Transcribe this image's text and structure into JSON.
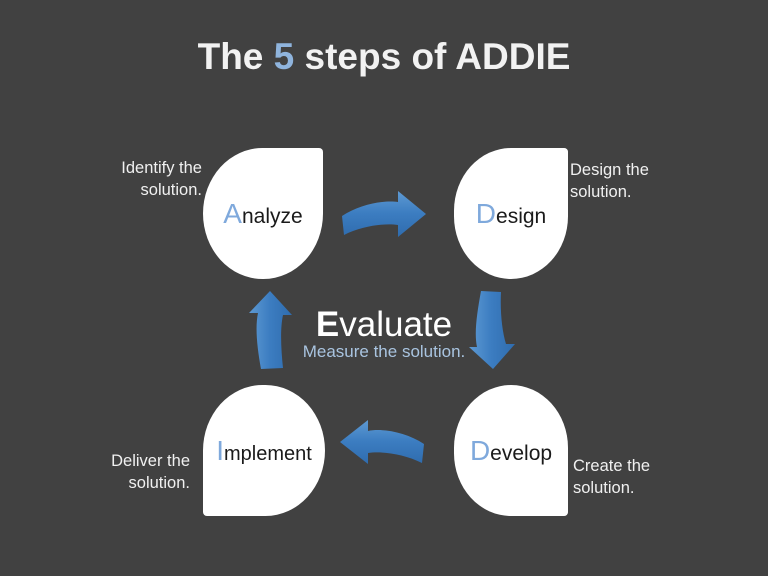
{
  "slide": {
    "background_color": "#414141",
    "accent_blue": "#7fa9dc",
    "arrow_blue": "#3b7cc0",
    "node_fill": "#ffffff"
  },
  "title": {
    "prefix": "The ",
    "number": "5",
    "suffix": " steps of ADDIE",
    "full": "The 5 steps of ADDIE"
  },
  "nodes": [
    {
      "id": "analyze",
      "cap": "A",
      "rest": "nalyze",
      "label": "Analyze",
      "caption": "Identify the\nsolution.",
      "corner": "top-right"
    },
    {
      "id": "design",
      "cap": "D",
      "rest": "esign",
      "label": "Design",
      "caption": "Design the\nsolution.",
      "corner": "top-right"
    },
    {
      "id": "develop",
      "cap": "D",
      "rest": "evelop",
      "label": "Develop",
      "caption": "Create the\nsolution.",
      "corner": "bottom-right"
    },
    {
      "id": "implement",
      "cap": "I",
      "rest": "mplement",
      "label": "Implement",
      "caption": "Deliver the\nsolution.",
      "corner": "bottom-left"
    }
  ],
  "center": {
    "cap": "E",
    "rest": "valuate",
    "title": "Evaluate",
    "subtitle": "Measure the solution."
  },
  "arrows": [
    {
      "id": "arrow-right",
      "name": "arrow-right-icon",
      "direction": "right",
      "from": "Analyze",
      "to": "Design"
    },
    {
      "id": "arrow-down",
      "name": "arrow-down-icon",
      "direction": "down",
      "from": "Design",
      "to": "Develop"
    },
    {
      "id": "arrow-left",
      "name": "arrow-left-icon",
      "direction": "left",
      "from": "Develop",
      "to": "Implement"
    },
    {
      "id": "arrow-up",
      "name": "arrow-up-icon",
      "direction": "up",
      "from": "Implement",
      "to": "Analyze"
    }
  ]
}
